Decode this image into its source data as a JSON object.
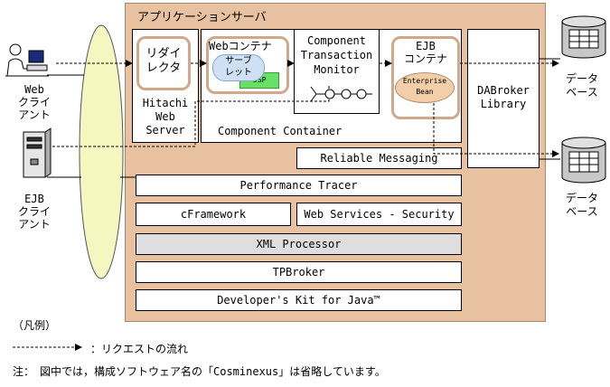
{
  "app_server": {
    "title": "アプリケーションサーバ",
    "hitachi_web_server": {
      "line1": "Hitachi",
      "line2": "Web",
      "line3": "Server"
    },
    "redirector": {
      "line1": "リダイ",
      "line2": "レクタ"
    },
    "web_container": {
      "title": "Webコンテナ",
      "servlet1": "サーブ",
      "servlet2": "レット",
      "jsp": "JSP"
    },
    "ctm": {
      "line1": "Component",
      "line2": "Transaction",
      "line3": "Monitor"
    },
    "component_container": "Component Container",
    "ejb_container": {
      "line1": "EJB",
      "line2": "コンテナ",
      "bean1": "Enterprise",
      "bean2": "Bean"
    },
    "dabroker": {
      "line1": "DABroker",
      "line2": "Library"
    },
    "reliable_messaging": "Reliable Messaging",
    "performance_tracer": "Performance Tracer",
    "cframework": "cFramework",
    "web_services_security": "Web Services - Security",
    "xml_processor": "XML Processor",
    "tpbroker": "TPBroker",
    "developers_kit": "Developer's Kit for Java™"
  },
  "clients": {
    "web_client": {
      "line1": "Web",
      "line2": "クライ",
      "line3": "アント"
    },
    "ejb_client": {
      "line1": "EJB",
      "line2": "クライ",
      "line3": "アント"
    }
  },
  "databases": [
    {
      "line1": "データ",
      "line2": "ベース"
    },
    {
      "line1": "データ",
      "line2": "ベース"
    }
  ],
  "legend": {
    "title": "（凡例）",
    "arrow_desc": "：リクエストの流れ"
  },
  "note": "注：　図中では，構成ソフトウェア名の「Cosminexus」は省略しています。",
  "colors": {
    "server_bg": "#e8c2a0",
    "rounded_border": "#d2a88a",
    "servlet_fill": "#cfe0f5",
    "jsp_fill": "#66e066",
    "bean_fill": "#f2cfa8"
  }
}
